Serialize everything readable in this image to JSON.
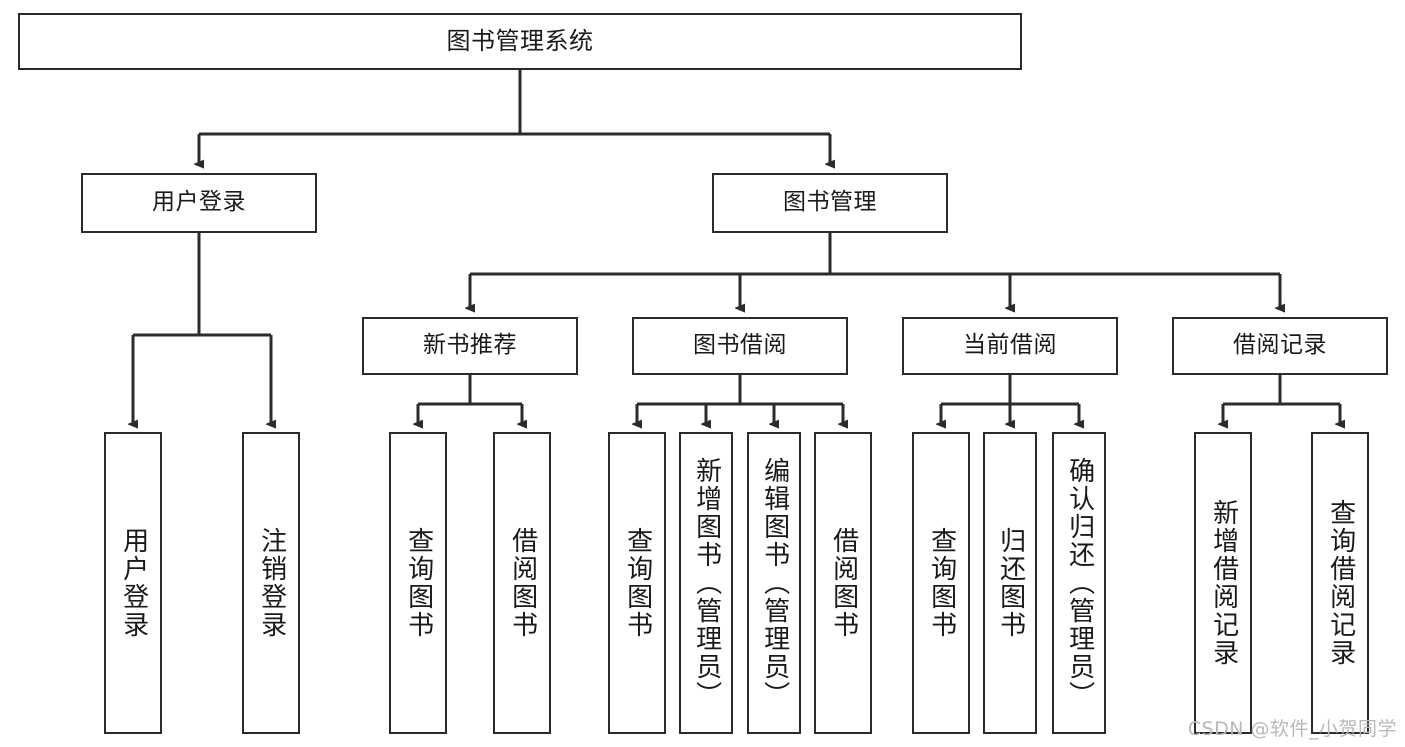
{
  "diagram": {
    "title": "图书管理系统",
    "type": "tree-hierarchy-chart",
    "watermark": "CSDN @软件_小贺同学",
    "colors": {
      "stroke": "#2b2b2b",
      "fill": "#ffffff",
      "text": "#1a1a1a",
      "watermark": "#b9b9b9"
    },
    "levels": {
      "root": {
        "label": "图书管理系统"
      },
      "level2": [
        {
          "id": "user-login",
          "label": "用户登录"
        },
        {
          "id": "book-manage",
          "label": "图书管理"
        }
      ],
      "level3": [
        {
          "id": "new-book-recommend",
          "label": "新书推荐",
          "parent": "book-manage"
        },
        {
          "id": "book-borrow",
          "label": "图书借阅",
          "parent": "book-manage"
        },
        {
          "id": "current-borrow",
          "label": "当前借阅",
          "parent": "book-manage"
        },
        {
          "id": "borrow-record",
          "label": "借阅记录",
          "parent": "book-manage"
        }
      ],
      "level4": [
        {
          "id": "leaf-user-login",
          "label": "用户登录",
          "parent": "user-login"
        },
        {
          "id": "leaf-user-logout",
          "label": "注销登录",
          "parent": "user-login"
        },
        {
          "id": "leaf-query-book-1",
          "label": "查询图书",
          "parent": "new-book-recommend"
        },
        {
          "id": "leaf-borrow-book-1",
          "label": "借阅图书",
          "parent": "new-book-recommend"
        },
        {
          "id": "leaf-query-book-2",
          "label": "查询图书",
          "parent": "book-borrow"
        },
        {
          "id": "leaf-add-book",
          "label": "新增图书（管理员）",
          "parent": "book-borrow"
        },
        {
          "id": "leaf-edit-book",
          "label": "编辑图书（管理员）",
          "parent": "book-borrow"
        },
        {
          "id": "leaf-borrow-book-2",
          "label": "借阅图书",
          "parent": "book-borrow"
        },
        {
          "id": "leaf-query-book-3",
          "label": "查询图书",
          "parent": "current-borrow"
        },
        {
          "id": "leaf-return-book",
          "label": "归还图书",
          "parent": "current-borrow"
        },
        {
          "id": "leaf-confirm-return",
          "label": "确认归还（管理员）",
          "parent": "current-borrow"
        },
        {
          "id": "leaf-add-record",
          "label": "新增借阅记录",
          "parent": "borrow-record"
        },
        {
          "id": "leaf-query-record",
          "label": "查询借阅记录",
          "parent": "borrow-record"
        }
      ]
    }
  }
}
